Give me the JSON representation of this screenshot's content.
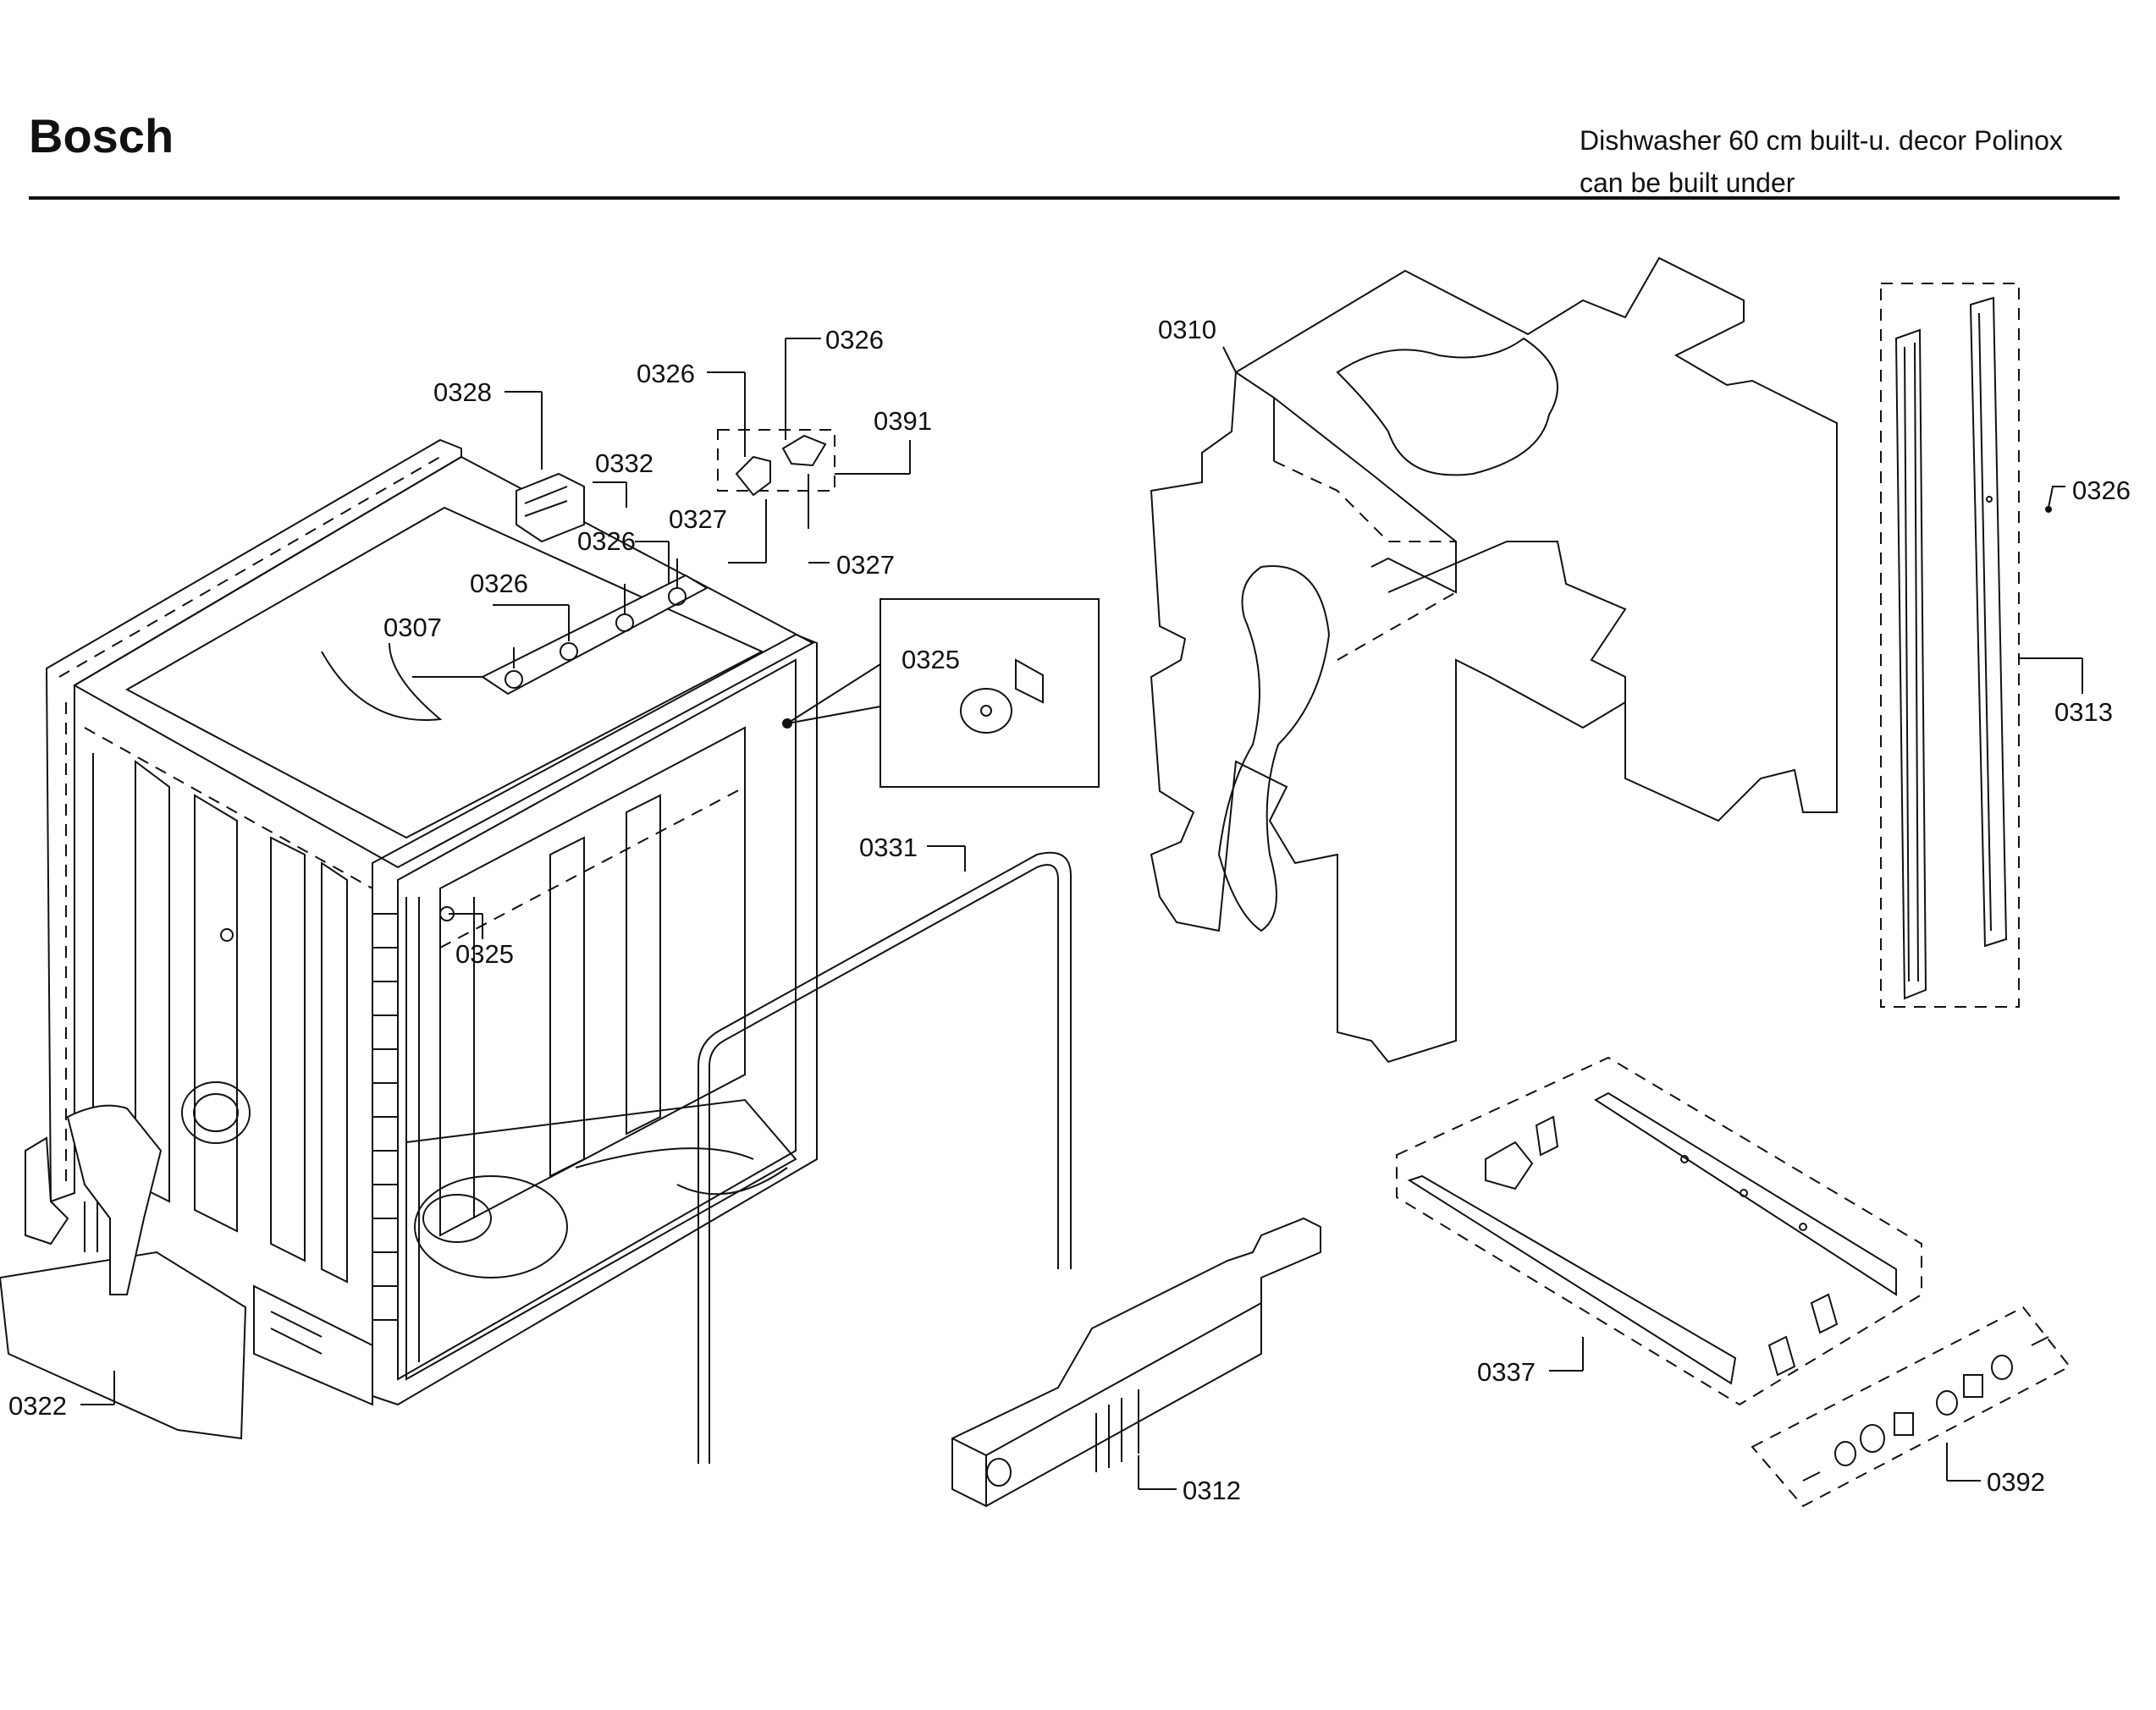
{
  "header": {
    "brand": "Bosch",
    "subtitle_line1": "Dishwasher 60 cm built-u. decor Polinox",
    "subtitle_line2": "can be built under"
  },
  "callouts": {
    "c0328": "0328",
    "c0326_a": "0326",
    "c0326_b": "0326",
    "c0332": "0332",
    "c0391": "0391",
    "c0327_a": "0327",
    "c0327_b": "0327",
    "c0326_c": "0326",
    "c0326_d": "0326",
    "c0307": "0307",
    "c0325_a": "0325",
    "c0325_b": "0325",
    "c0331": "0331",
    "c0322": "0322",
    "c0310": "0310",
    "c0313": "0313",
    "c0326_e": "0326",
    "c0337": "0337",
    "c0312": "0312",
    "c0392": "0392"
  }
}
